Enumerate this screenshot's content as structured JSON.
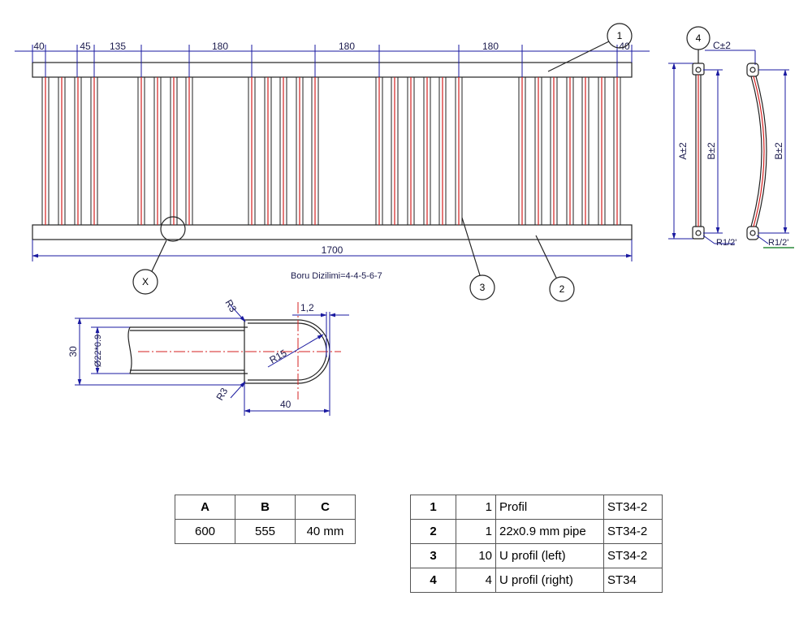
{
  "drawing": {
    "dims_top": [
      "40",
      "45",
      "135",
      "180",
      "180",
      "180",
      "40"
    ],
    "dim_length": "1700",
    "pipe_arrangement": "Boru Dizilimi=4-4-5-6-7",
    "callouts": {
      "c1": "1",
      "c2": "2",
      "c3": "3",
      "c4": "4",
      "cx": "X"
    },
    "side": {
      "dim_c": "C±2",
      "dim_a": "A±2",
      "dim_b": "B±2",
      "dim_b2": "B±2",
      "thread1": "R1/2'",
      "thread2": "R1/2'"
    },
    "detail": {
      "r3_top": "R3",
      "r3_bottom": "R3",
      "r15": "R15",
      "wall": "1,2",
      "height": "30",
      "pipe": "Ø22*0.9",
      "length": "40"
    }
  },
  "table_dims": {
    "headers": [
      "A",
      "B",
      "C"
    ],
    "values": [
      "600",
      "555",
      "40 mm"
    ]
  },
  "table_parts": [
    {
      "no": "1",
      "qty": "1",
      "desc": "Profil",
      "mat": "ST34-2"
    },
    {
      "no": "2",
      "qty": "1",
      "desc": "22x0.9 mm pipe",
      "mat": "ST34-2"
    },
    {
      "no": "3",
      "qty": "10",
      "desc": "U profil (left)",
      "mat": "ST34-2"
    },
    {
      "no": "4",
      "qty": "4",
      "desc": "U profil (right)",
      "mat": "ST34"
    }
  ],
  "colors": {
    "dimension": "#1a1aa0",
    "centerline": "#d42020",
    "object": "#222222"
  }
}
